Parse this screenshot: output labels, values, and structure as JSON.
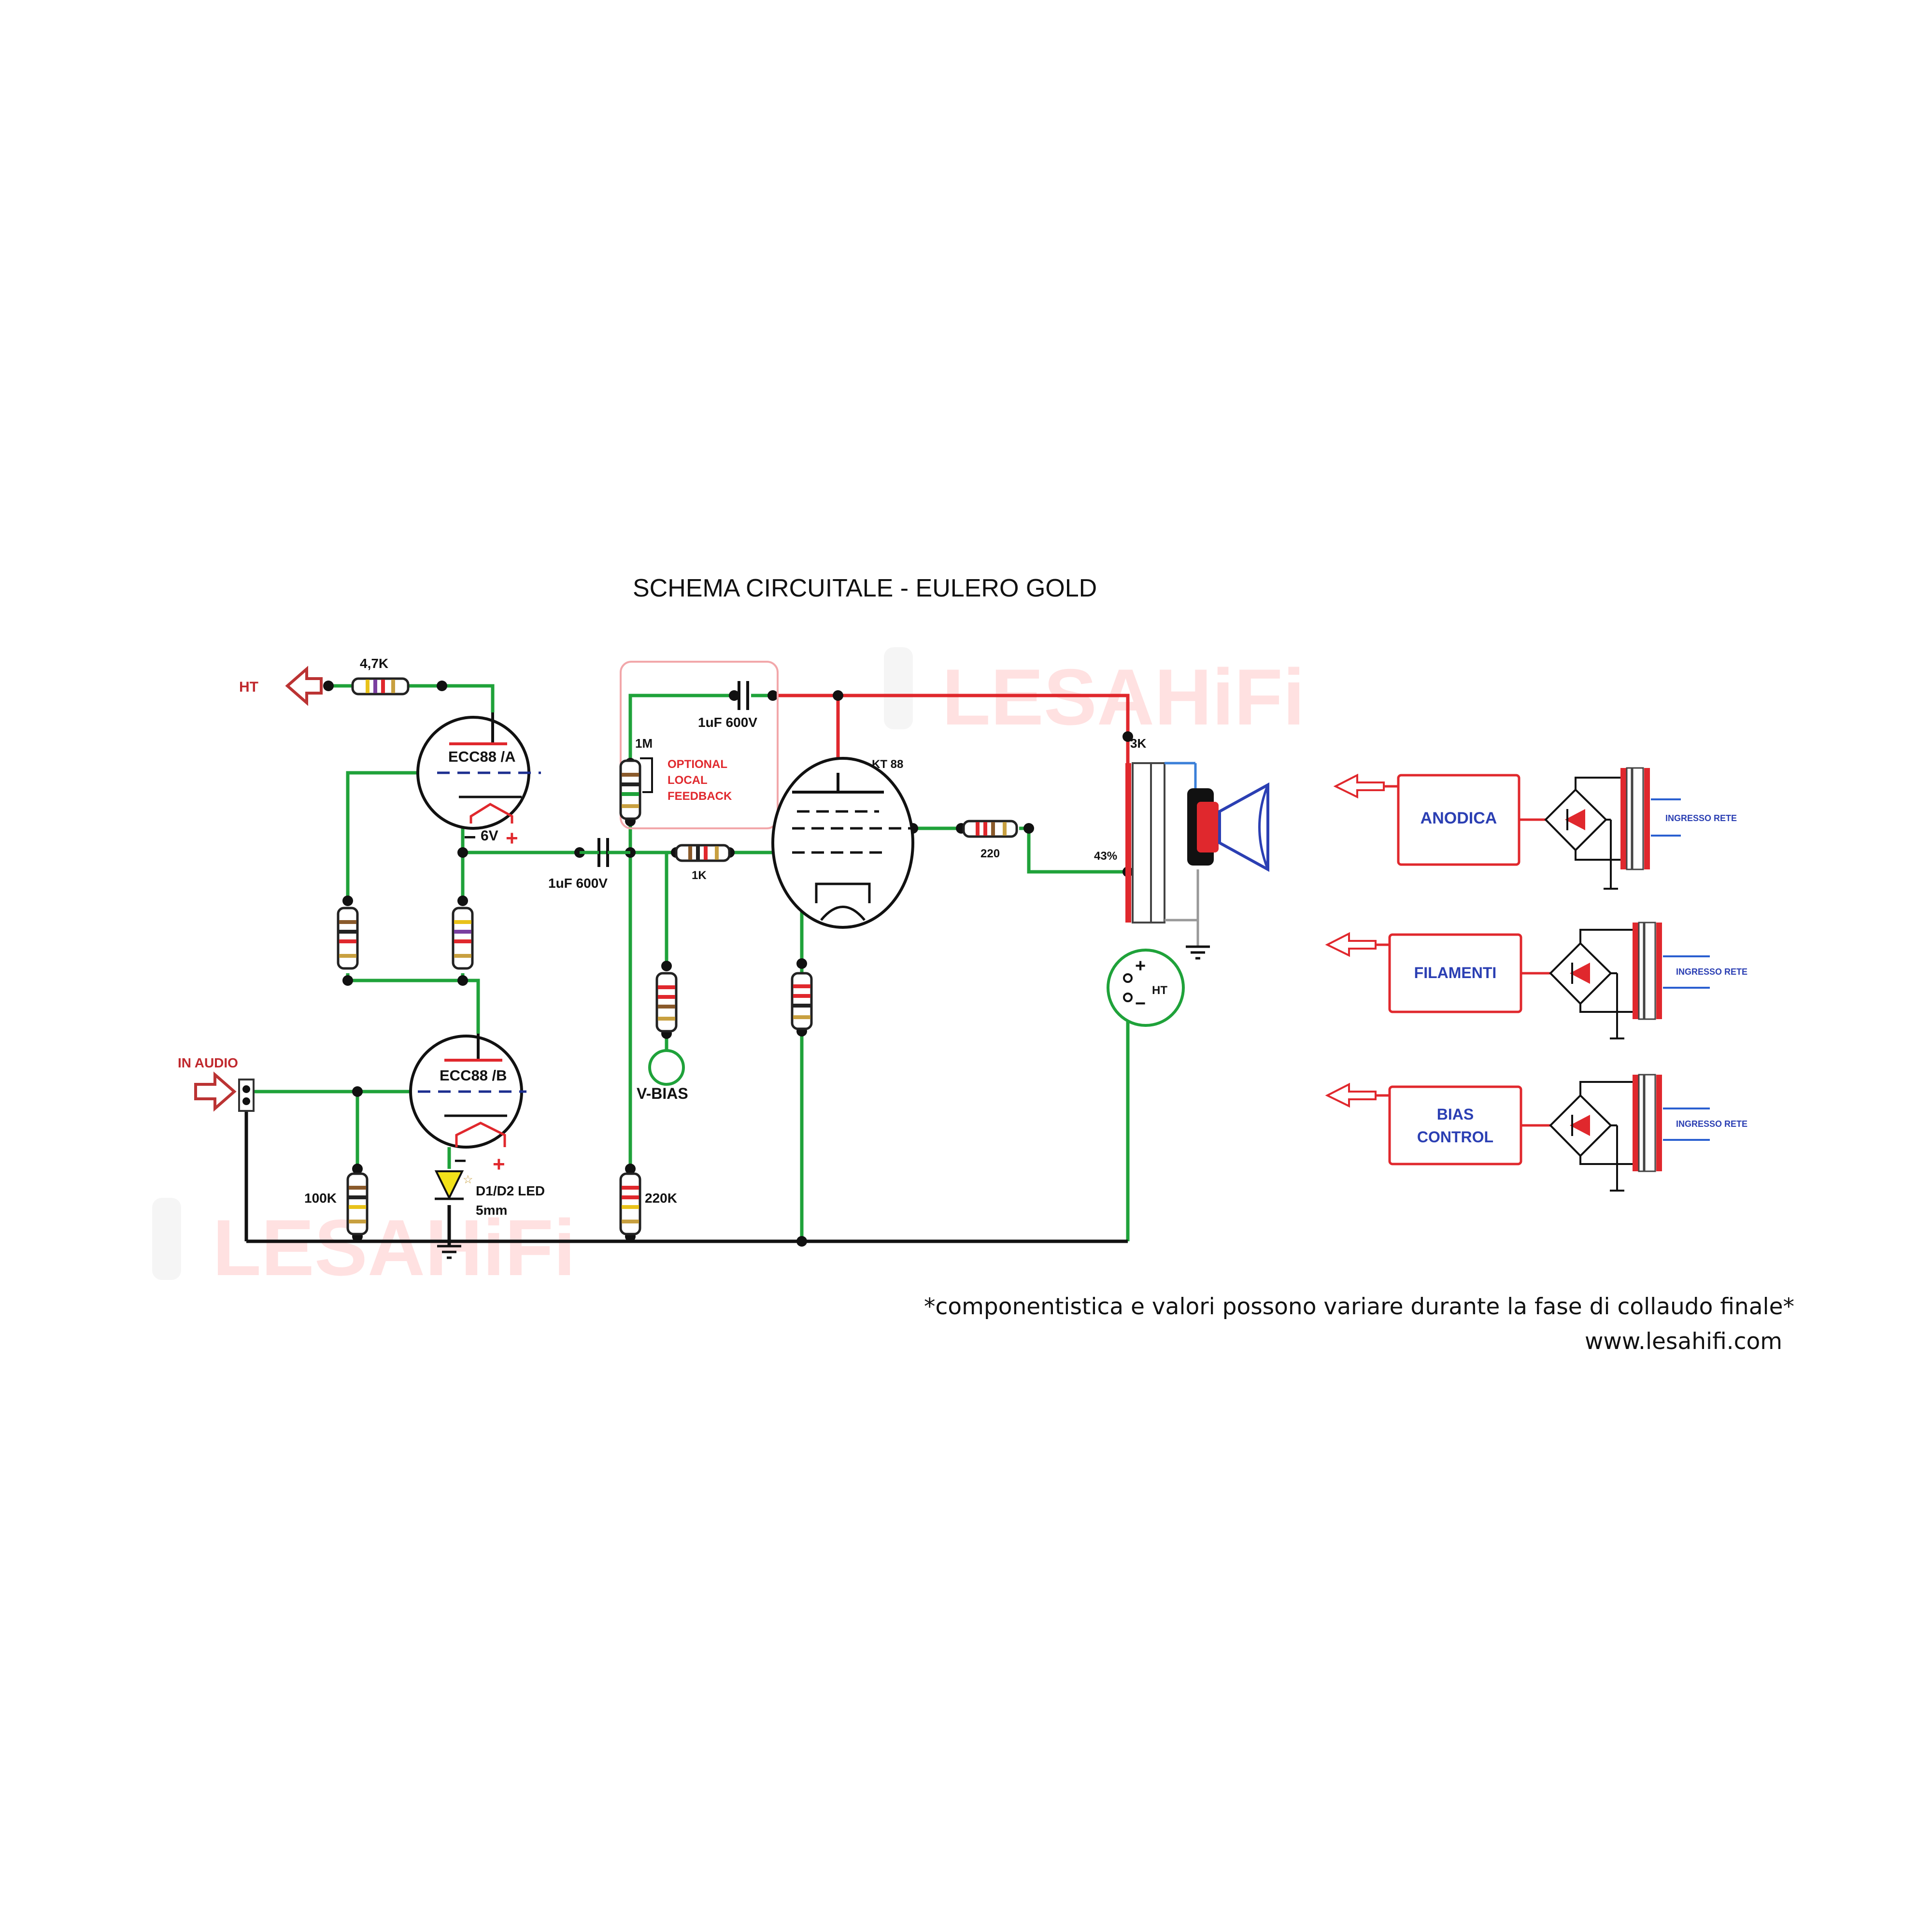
{
  "title": "SCHEMA CIRCUITALE - EULERO GOLD",
  "watermark": "LESAHiFi",
  "colors": {
    "wire": "#1fa23a",
    "red": "#e0282d",
    "ground": "#111111",
    "box": "#e0282d",
    "boxtext": "#2b3fb3",
    "blue": "#2a5fd0"
  },
  "labels": {
    "ht_left": "HT",
    "r_47k": "4,7K",
    "tube_a": "ECC88 /A",
    "tube_b": "ECC88 /B",
    "minus": "−",
    "v6": "6V",
    "plus": "+",
    "cap_top": "1uF  600V",
    "r_1m": "1M",
    "optional": "OPTIONAL",
    "local": "LOCAL",
    "feedback": "FEEDBACK",
    "tube_kt": "KT 88",
    "cap_mid": "1uF  600V",
    "r_1k": "1K",
    "r_220": "220",
    "t_3k": "3K",
    "t_43": "43%",
    "ht_right": "HT",
    "vbias": "V-BIAS",
    "in_audio": "IN AUDIO",
    "r_100k": "100K",
    "led_line1": "D1/D2 LED",
    "led_line2": "5mm",
    "r_220k": "220K"
  },
  "supplies": [
    {
      "label_1": "ANODICA",
      "label_2": "",
      "input": "INGRESSO RETE"
    },
    {
      "label_1": "FILAMENTI",
      "label_2": "",
      "input": "INGRESSO RETE"
    },
    {
      "label_1": "BIAS",
      "label_2": "CONTROL",
      "input": "INGRESSO RETE"
    }
  ],
  "footer": {
    "note": "*componentistica e valori possono variare durante la fase di collaudo finale*",
    "url": "www.lesahifi.com"
  }
}
